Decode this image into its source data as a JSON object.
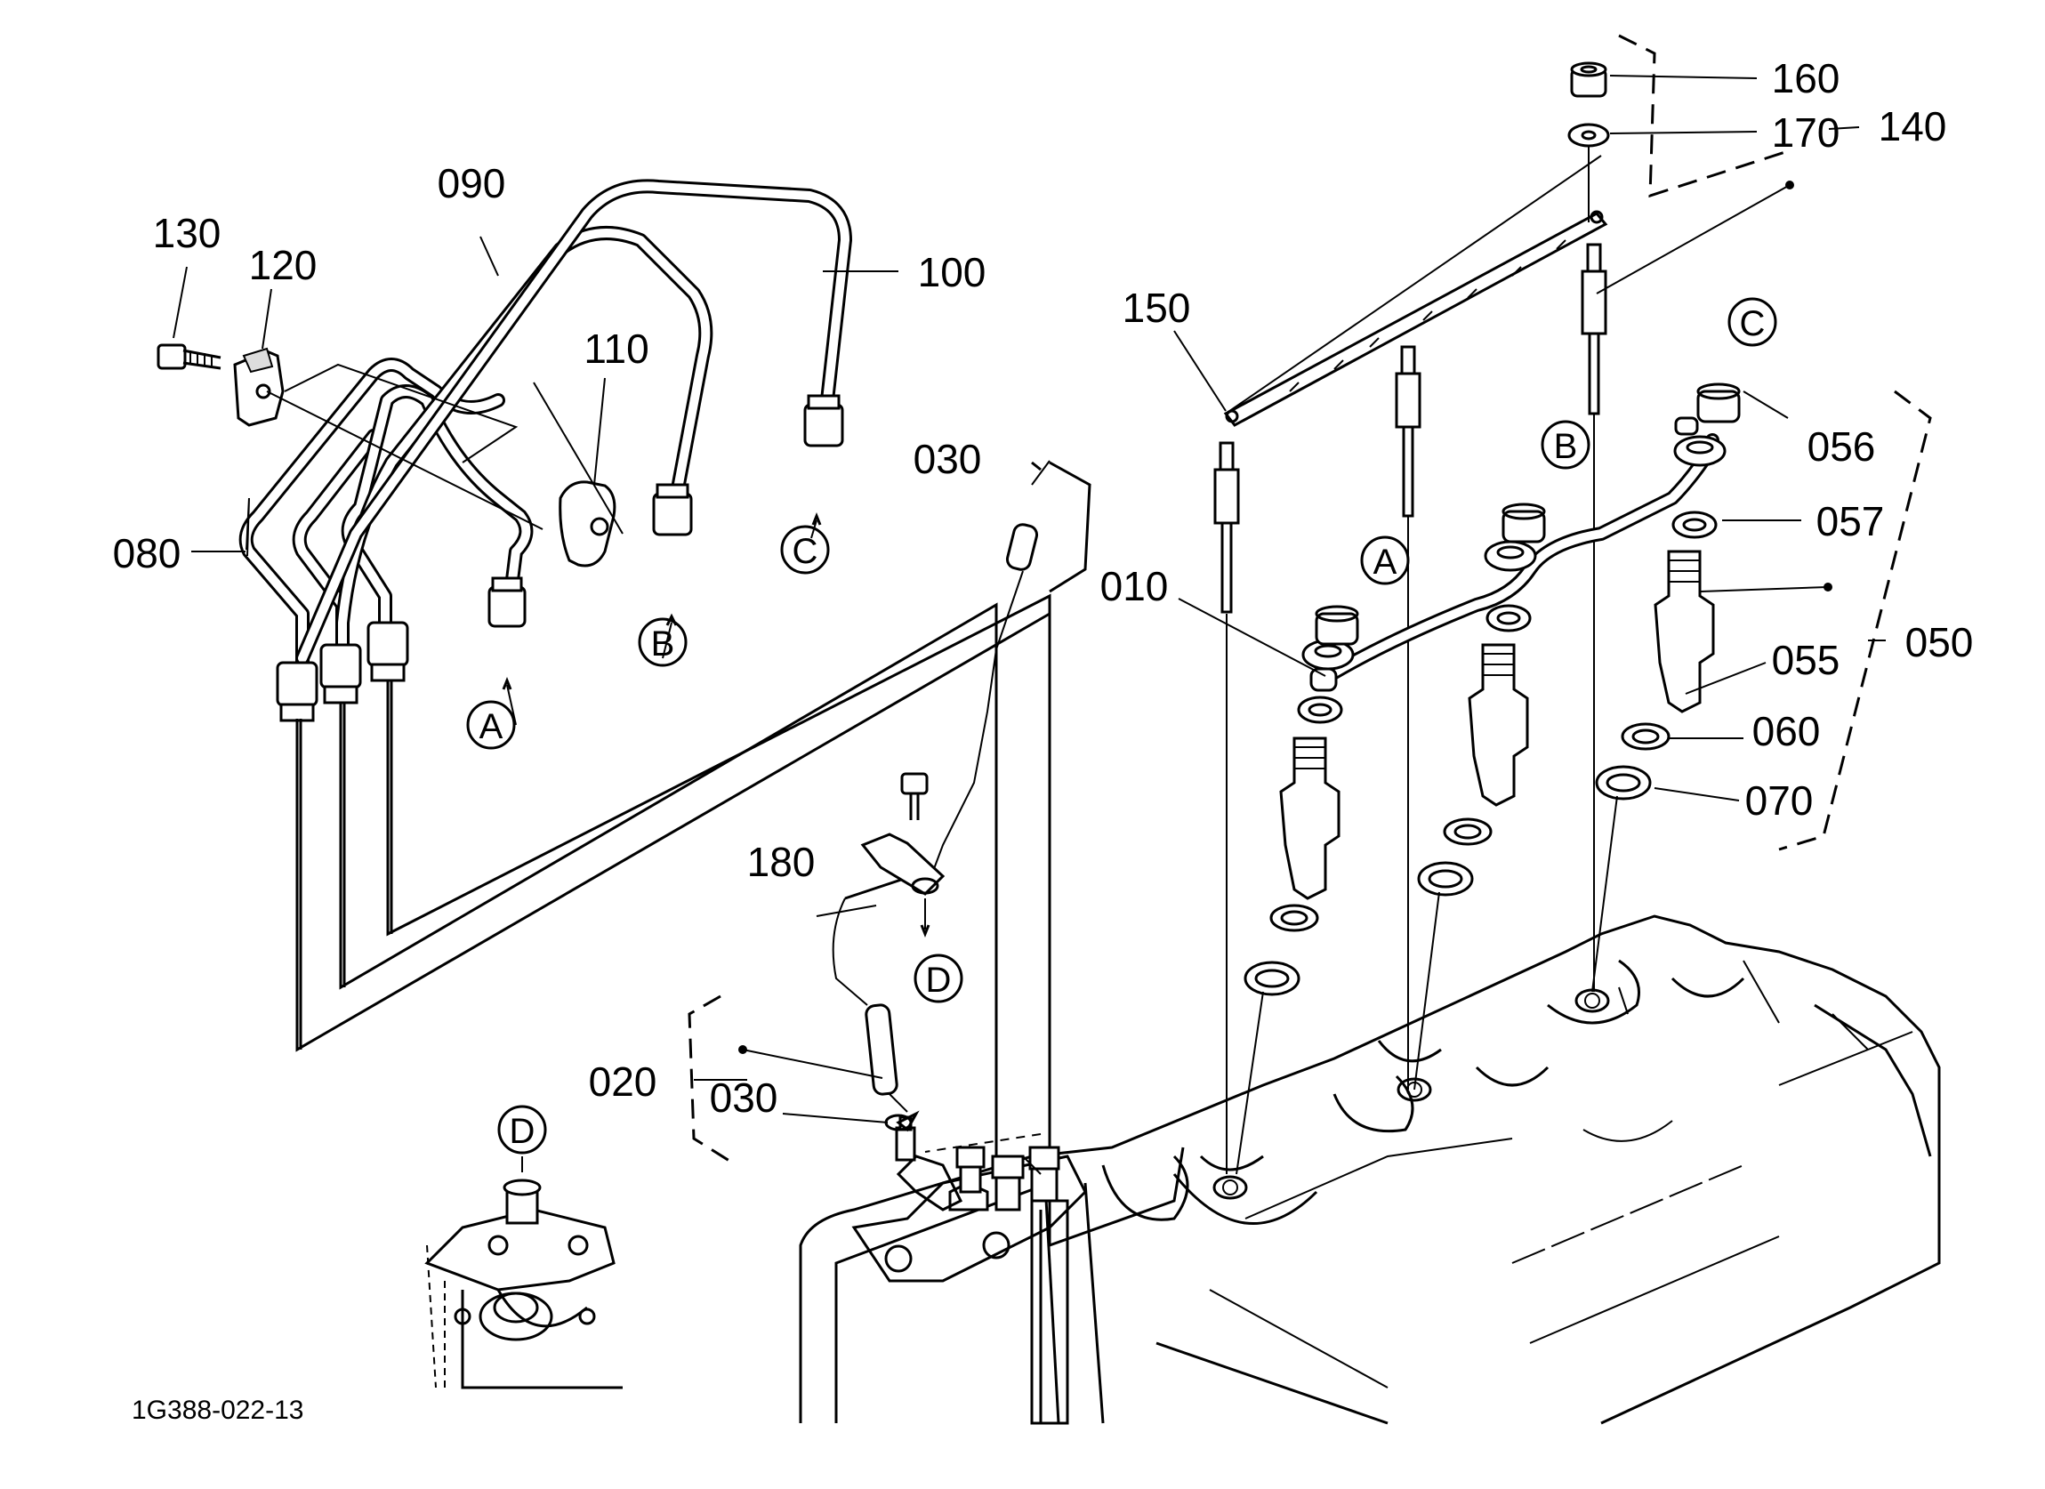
{
  "drawing_code": "1G388-022-13",
  "parts": {
    "p010": "010",
    "p020": "020",
    "p030a": "030",
    "p030b": "030",
    "p050": "050",
    "p055": "055",
    "p056": "056",
    "p057": "057",
    "p060": "060",
    "p070": "070",
    "p080": "080",
    "p090": "090",
    "p100": "100",
    "p110": "110",
    "p120": "120",
    "p130": "130",
    "p140": "140",
    "p150": "150",
    "p160": "160",
    "p170": "170",
    "p180": "180"
  },
  "markers": {
    "a": "A",
    "b": "B",
    "c": "C",
    "d": "D"
  }
}
